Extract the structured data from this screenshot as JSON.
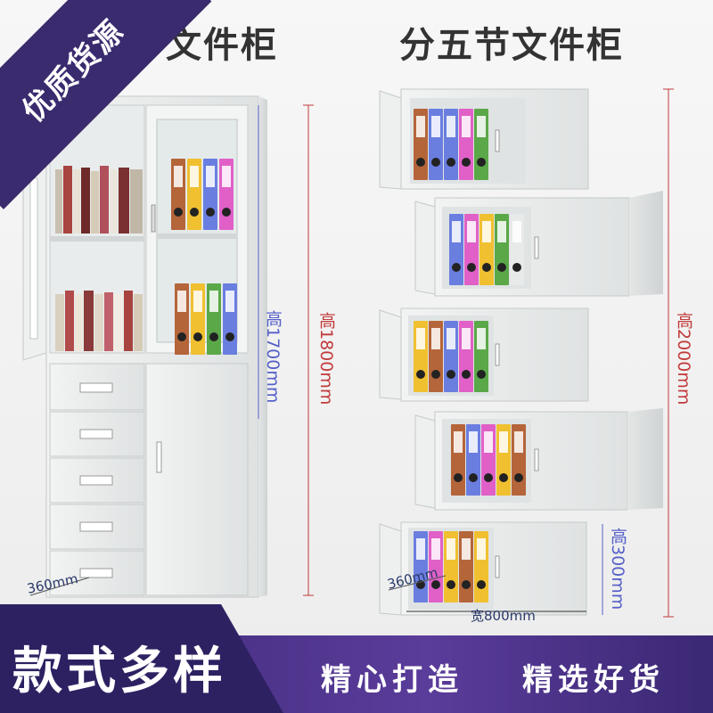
{
  "titles": {
    "left": "文件柜",
    "right": "分五节文件柜"
  },
  "badge": "优质货源",
  "dimensions": {
    "left_inner_height": "高1700mm",
    "left_outer_height": "高1800mm",
    "right_height": "高2000mm",
    "right_section_height": "高300mm",
    "width": "宽800mm",
    "left_depth": "360mm",
    "right_depth": "360mm"
  },
  "bottom": {
    "main": "款式多样",
    "slogan_1": "精心打造",
    "slogan_2": "精选好货"
  },
  "colors": {
    "purple_dark": "#2e2162",
    "purple": "#4b3488",
    "dim_blue": "#5560c8",
    "dim_red": "#c23a3a",
    "cabinet": "#e8eaea",
    "binder_brown": "#b5653a",
    "binder_blue": "#6a7ee0",
    "binder_pink": "#e060c8",
    "binder_yellow": "#f0c030",
    "binder_green": "#5aa848"
  }
}
